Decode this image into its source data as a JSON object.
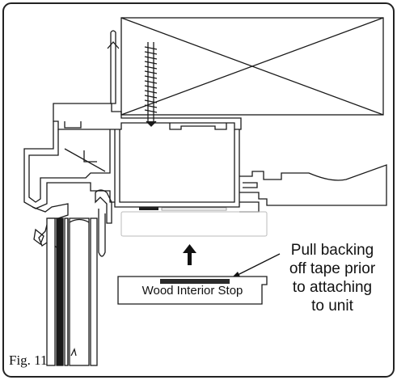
{
  "figure": {
    "label": "Fig. 11"
  },
  "callout": {
    "lines": [
      "Pull backing",
      "off tape prior",
      "to attaching",
      "to unit"
    ]
  },
  "part": {
    "label": "Wood Interior Stop"
  },
  "colors": {
    "line": "#1a1a1a",
    "frame_border": "#222222",
    "ghost_outline": "#bbbbbb",
    "tape": "#1f1f1f"
  }
}
